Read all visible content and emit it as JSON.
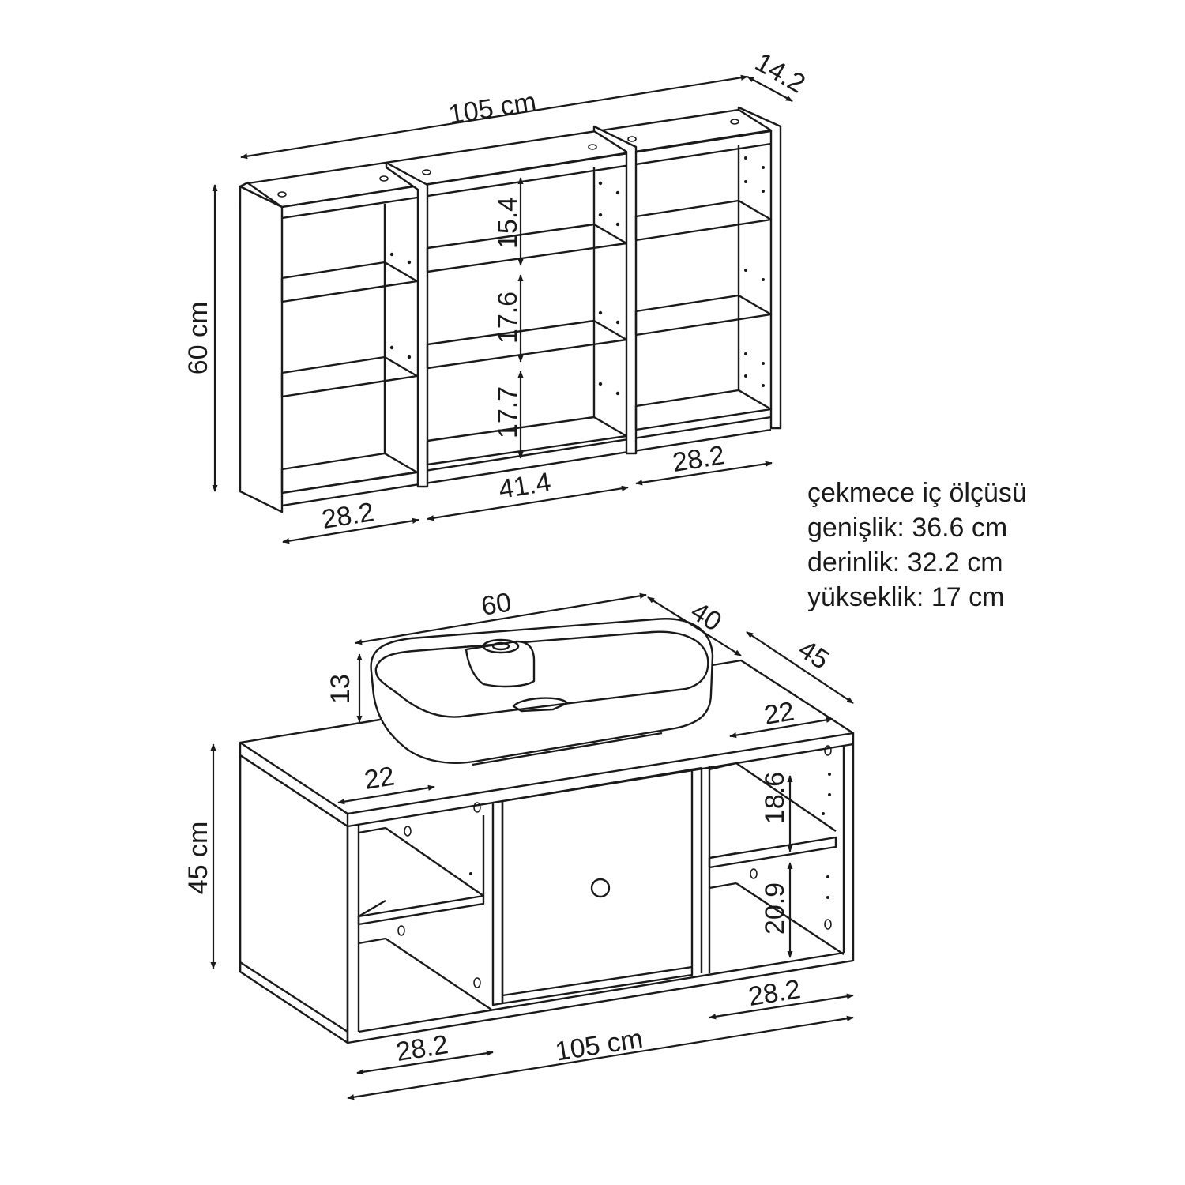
{
  "wall_shelf": {
    "width": "105 cm",
    "depth": "14.2",
    "height": "60 cm",
    "gap_top": "15.4",
    "gap_middle": "17.6",
    "gap_bottom": "17.7",
    "left_width": "28.2",
    "middle_width": "41.4",
    "right_width": "28.2"
  },
  "drawer_note": {
    "title": "çekmece iç ölçüsü",
    "width": "genişlik: 36.6 cm",
    "depth": "derinlik: 32.2 cm",
    "height": "yükseklik: 17 cm"
  },
  "basin": {
    "width": "60",
    "depth": "40",
    "height": "13"
  },
  "vanity": {
    "depth": "45",
    "height": "45 cm",
    "left_depth": "22",
    "right_depth": "22",
    "right_top_gap": "18.6",
    "right_bottom_gap": "20.9",
    "left_width": "28.2",
    "right_width": "28.2",
    "total_width": "105 cm"
  }
}
